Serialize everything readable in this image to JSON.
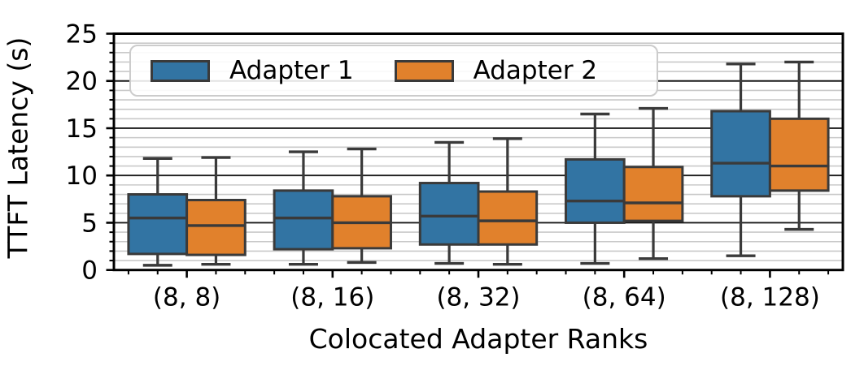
{
  "chart_data": {
    "type": "boxplot",
    "title": "",
    "xlabel": "Colocated Adapter Ranks",
    "ylabel": "TTFT Latency (s)",
    "categories": [
      "(8, 8)",
      "(8, 16)",
      "(8, 32)",
      "(8, 64)",
      "(8, 128)"
    ],
    "ylim": [
      0,
      25
    ],
    "yticks_major": [
      0,
      5,
      10,
      15,
      20,
      25
    ],
    "y_minor_step": 1,
    "grid": {
      "major": true,
      "minor": true
    },
    "legend_position": "upper left",
    "series": [
      {
        "name": "Adapter 1",
        "color": "#3274A3",
        "boxes": [
          {
            "whislo": 0.5,
            "q1": 1.7,
            "med": 5.5,
            "q3": 8.0,
            "whishi": 11.8
          },
          {
            "whislo": 0.6,
            "q1": 2.2,
            "med": 5.5,
            "q3": 8.4,
            "whishi": 12.5
          },
          {
            "whislo": 0.7,
            "q1": 2.7,
            "med": 5.7,
            "q3": 9.2,
            "whishi": 13.5
          },
          {
            "whislo": 0.7,
            "q1": 5.0,
            "med": 7.3,
            "q3": 11.7,
            "whishi": 16.5
          },
          {
            "whislo": 1.5,
            "q1": 7.8,
            "med": 11.3,
            "q3": 16.8,
            "whishi": 21.8
          }
        ]
      },
      {
        "name": "Adapter 2",
        "color": "#E1812C",
        "boxes": [
          {
            "whislo": 0.6,
            "q1": 1.6,
            "med": 4.7,
            "q3": 7.4,
            "whishi": 11.9
          },
          {
            "whislo": 0.8,
            "q1": 2.3,
            "med": 5.0,
            "q3": 7.8,
            "whishi": 12.8
          },
          {
            "whislo": 0.6,
            "q1": 2.7,
            "med": 5.2,
            "q3": 8.3,
            "whishi": 13.9
          },
          {
            "whislo": 1.2,
            "q1": 5.2,
            "med": 7.1,
            "q3": 10.9,
            "whishi": 17.1
          },
          {
            "whislo": 4.3,
            "q1": 8.4,
            "med": 11.0,
            "q3": 16.0,
            "whishi": 22.0
          }
        ]
      }
    ],
    "colors": {
      "box_edge": "#3A3A3A",
      "grid_major": "#1a1a1a",
      "grid_minor": "#c9c9c9",
      "spine": "#000000",
      "text": "#000000"
    }
  }
}
